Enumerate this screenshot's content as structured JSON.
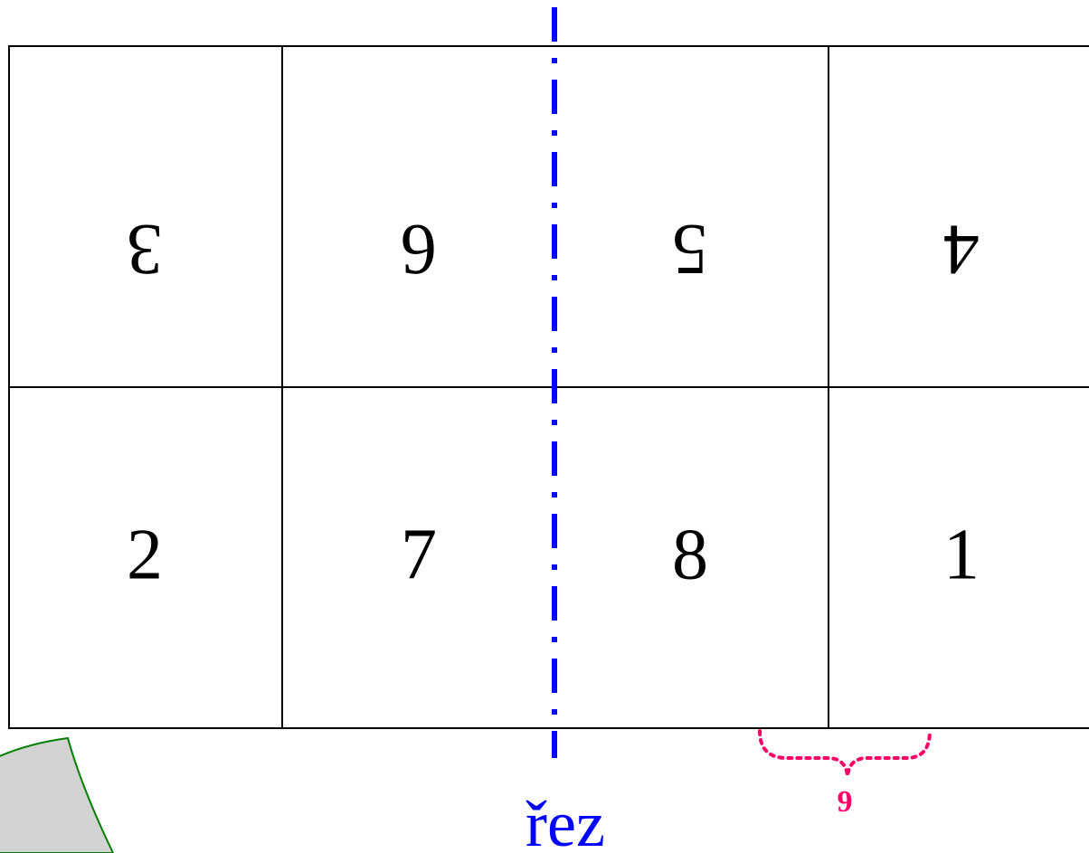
{
  "grid": {
    "top_row": [
      "3",
      "6",
      "5",
      "4"
    ],
    "bottom_row": [
      "2",
      "7",
      "8",
      "1"
    ]
  },
  "cut": {
    "label": "řez",
    "color": "#0000ff"
  },
  "brace": {
    "label": "9",
    "color": "#ff0066"
  },
  "tab_shape": {
    "fill": "#d3d3d3",
    "stroke": "#008000"
  }
}
